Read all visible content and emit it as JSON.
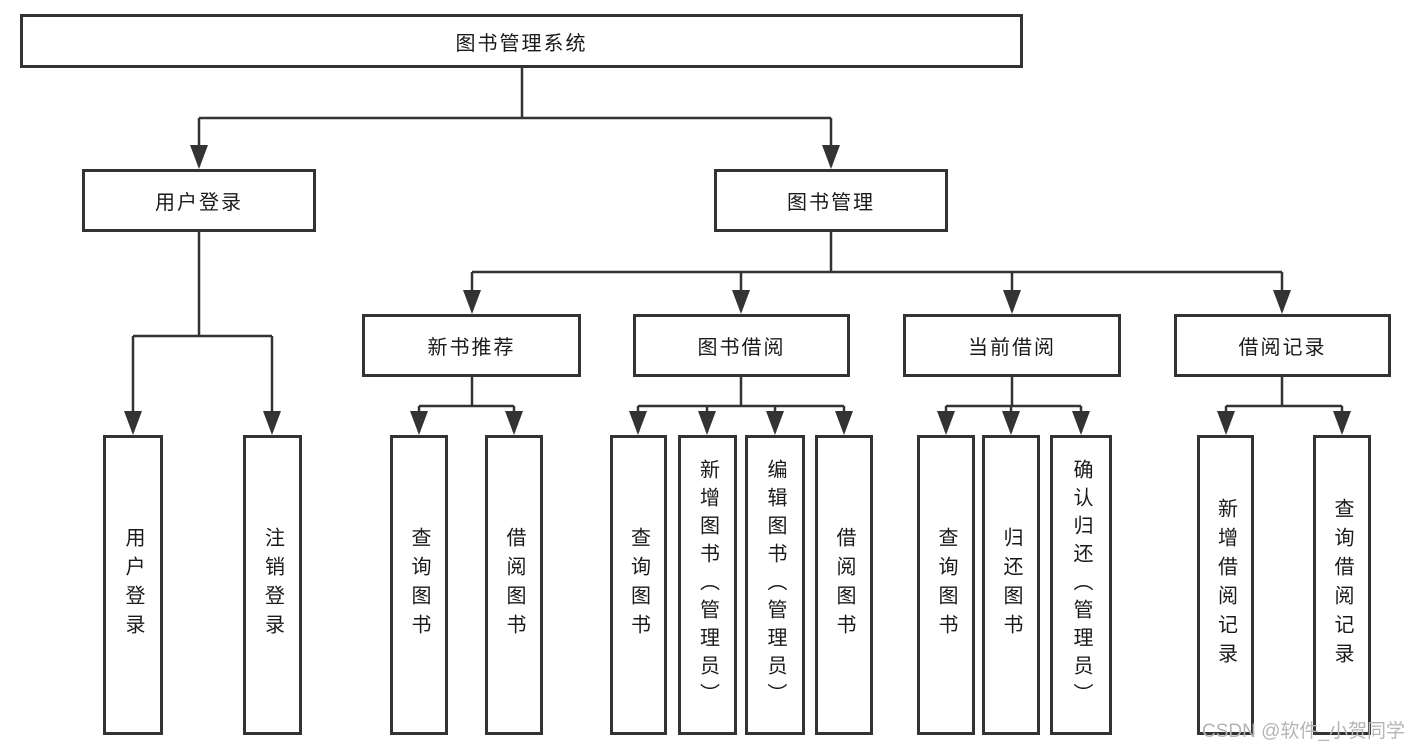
{
  "tree": {
    "root": {
      "label": "图书管理系统"
    },
    "branches": [
      {
        "label": "用户登录",
        "children": [
          {
            "label": "用户登录"
          },
          {
            "label": "注销登录"
          }
        ]
      },
      {
        "label": "图书管理",
        "children": [
          {
            "label": "新书推荐",
            "children": [
              {
                "label": "查询图书"
              },
              {
                "label": "借阅图书"
              }
            ]
          },
          {
            "label": "图书借阅",
            "children": [
              {
                "label": "查询图书"
              },
              {
                "label": "新增图书（管理员）"
              },
              {
                "label": "编辑图书（管理员）"
              },
              {
                "label": "借阅图书"
              }
            ]
          },
          {
            "label": "当前借阅",
            "children": [
              {
                "label": "查询图书"
              },
              {
                "label": "归还图书"
              },
              {
                "label": "确认归还（管理员）"
              }
            ]
          },
          {
            "label": "借阅记录",
            "children": [
              {
                "label": "新增借阅记录"
              },
              {
                "label": "查询借阅记录"
              }
            ]
          }
        ]
      }
    ]
  },
  "watermark": {
    "text": "CSDN @软件_小贺同学"
  },
  "colors": {
    "line": "#333333",
    "border": "#333333",
    "text": "#1a1a1a",
    "watermark": "#b5b5b5",
    "background": "#ffffff"
  }
}
